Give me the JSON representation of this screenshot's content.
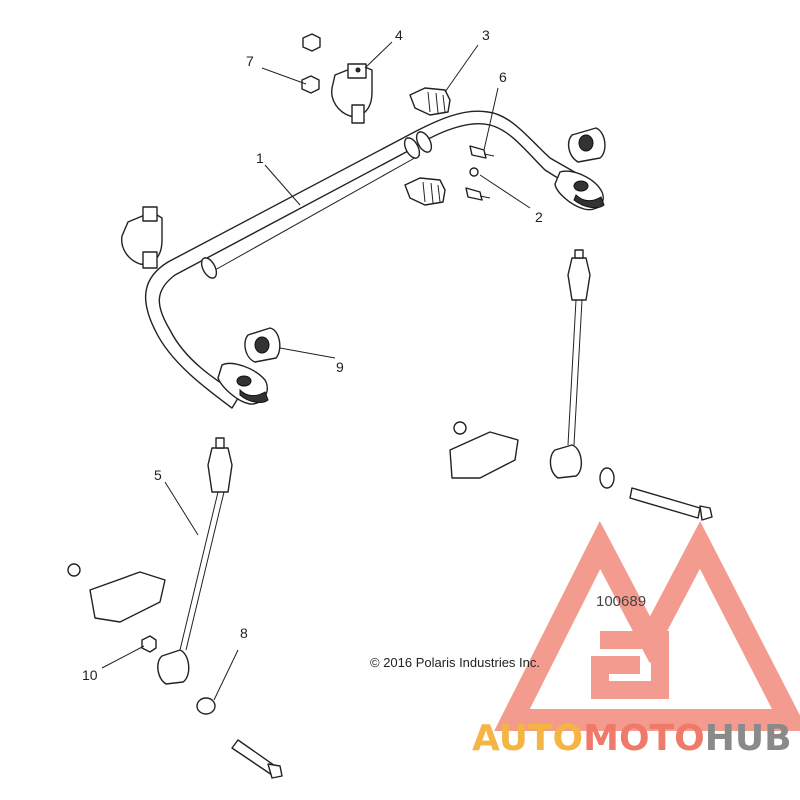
{
  "diagram": {
    "callouts": [
      "1",
      "2",
      "3",
      "4",
      "5",
      "6",
      "7",
      "8",
      "9",
      "10"
    ],
    "drawing_number": "100689",
    "copyright": "© 2016 Polaris Industries Inc."
  },
  "watermark": {
    "auto": "AUTO",
    "moto": "MOTO",
    "hub": "HUB",
    "colors": {
      "auto": "#f5b545",
      "moto": "#f07a6a",
      "hub": "#8a8a8a",
      "triangle": "#f07a6a"
    }
  }
}
